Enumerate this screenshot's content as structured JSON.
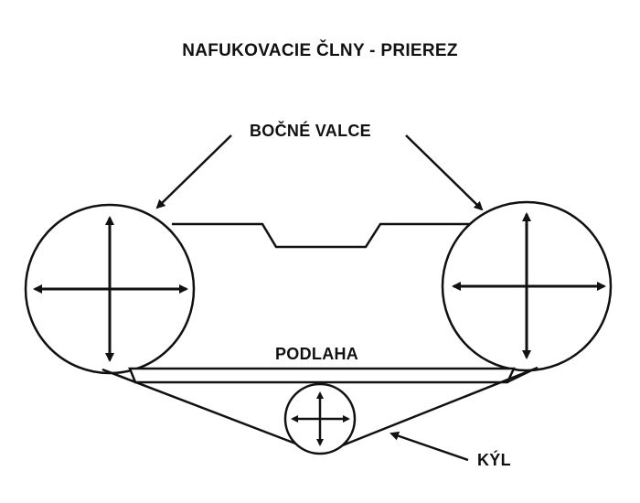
{
  "title": "NAFUKOVACIE ČLNY -  PRIEREZ",
  "labels": {
    "side_tubes": "BOČNÉ VALCE",
    "floor": "PODLAHA",
    "keel": "KÝL"
  },
  "colors": {
    "ink": "#111111",
    "background": "#ffffff"
  }
}
